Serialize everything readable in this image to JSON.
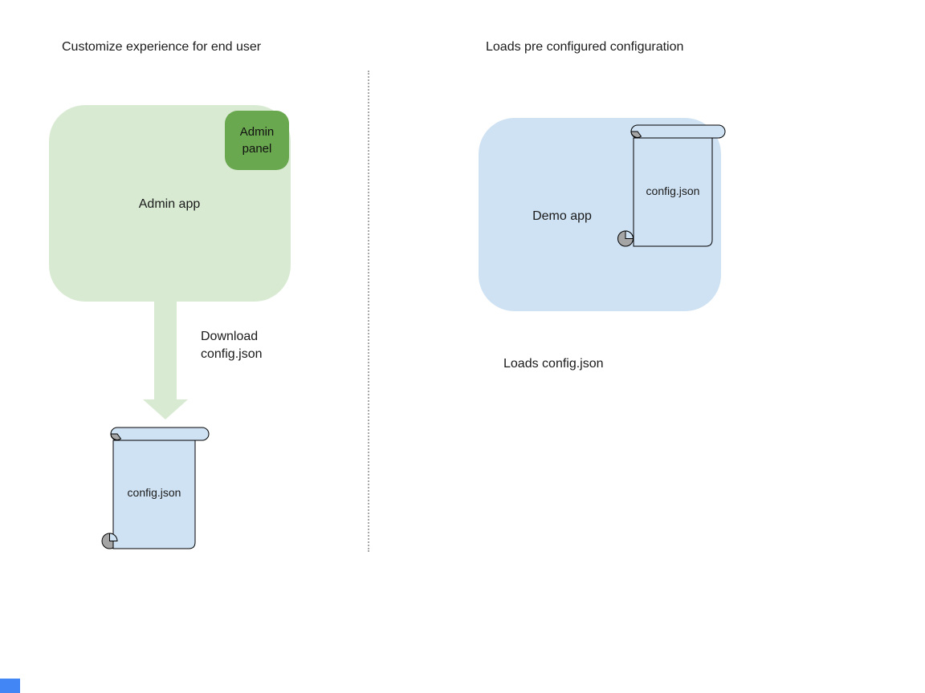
{
  "left_section": {
    "title": "Customize experience for end user",
    "admin_app_label": "Admin app",
    "admin_panel_label": "Admin panel",
    "download_label": "Download config.json",
    "scroll_label": "config.json"
  },
  "right_section": {
    "title": "Loads pre configured configuration",
    "demo_app_label": "Demo app",
    "scroll_label": "config.json",
    "caption": "Loads config.json"
  },
  "colors": {
    "light_green": "#d9ead3",
    "dark_green": "#6aa84f",
    "light_blue": "#cfe2f3",
    "roll_gray": "#a5a5a5",
    "outline": "#000000",
    "divider_gray": "#a9a9a9",
    "corner_blue": "#4285f4",
    "text": "#1a1a1a"
  }
}
